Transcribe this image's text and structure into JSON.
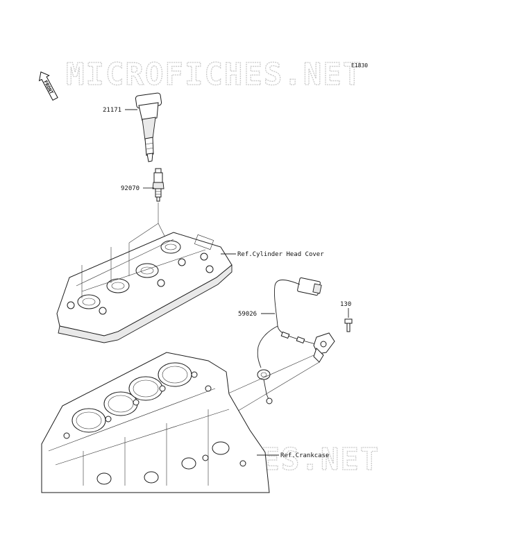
{
  "diagram": {
    "code": "E1830",
    "front_label": "FRONT",
    "watermark_top": "MICROFICHES.NET",
    "watermark_bottom": "MICROFICHES.NET",
    "parts": [
      {
        "number": "21171"
      },
      {
        "number": "92070"
      },
      {
        "number": "59026"
      },
      {
        "number": "130"
      }
    ],
    "references": [
      {
        "text": "Ref.Cylinder Head Cover"
      },
      {
        "text": "Ref.Crankcase"
      }
    ]
  }
}
